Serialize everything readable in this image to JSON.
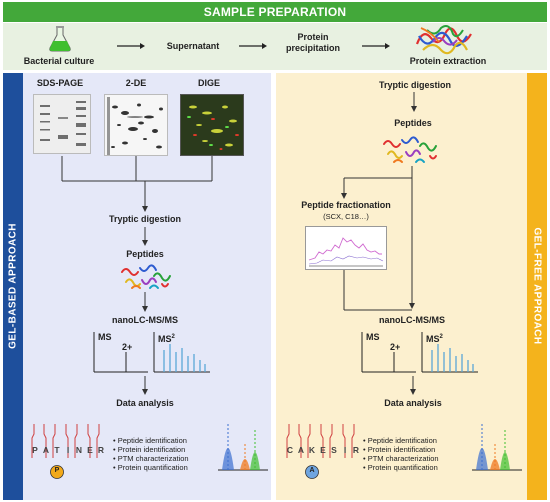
{
  "header": {
    "title": "SAMPLE PREPARATION"
  },
  "prep_steps": [
    "Bacterial culture",
    "Supernatant",
    "Protein\nprecipitation",
    "Protein extraction"
  ],
  "gel_based": {
    "side_label": "GEL-BASED APPROACH",
    "gel_labels": [
      "SDS-PAGE",
      "2-DE",
      "DIGE"
    ],
    "step_digestion": "Tryptic digestion",
    "step_peptides": "Peptides",
    "step_lcms": "nanoLC-MS/MS",
    "ms_label": "MS",
    "ms2_label": "MS",
    "ms2_sup": "2",
    "charge_label": "2+",
    "step_analysis": "Data analysis",
    "tool_letters": [
      "P",
      "A",
      "T",
      "I",
      "N",
      "E",
      "R"
    ],
    "tool_badge": "P",
    "bullets": [
      "Peptide identification",
      "Protein identification",
      "PTM characterization",
      "Protein quantification"
    ]
  },
  "gel_free": {
    "side_label": "GEL-FREE APPROACH",
    "step_digestion": "Tryptic digestion",
    "step_peptides": "Peptides",
    "fractionation_title": "Peptide fractionation",
    "fractionation_sub": "(SCX, C18…)",
    "step_lcms": "nanoLC-MS/MS",
    "ms_label": "MS",
    "ms2_label": "MS",
    "ms2_sup": "2",
    "charge_label": "2+",
    "step_analysis": "Data analysis",
    "tool_letters": [
      "C",
      "A",
      "K",
      "E",
      "S",
      "I",
      "R"
    ],
    "tool_badge": "A",
    "bullets": [
      "Peptide identification",
      "Protein identification",
      "PTM characterization",
      "Protein quantification"
    ]
  },
  "colors": {
    "banner": "#43a83a",
    "gel_bar": "#1e4f9c",
    "free_bar": "#f4b31c",
    "gel_bg": "#e5e8f8",
    "free_bg": "#fcf0cf"
  },
  "icons": [
    "flask-icon",
    "arrow-right-icon",
    "protein-ribbon-icon",
    "peptide-squiggle-icon",
    "ms-spectrum-icon",
    "chromatogram-icon"
  ]
}
